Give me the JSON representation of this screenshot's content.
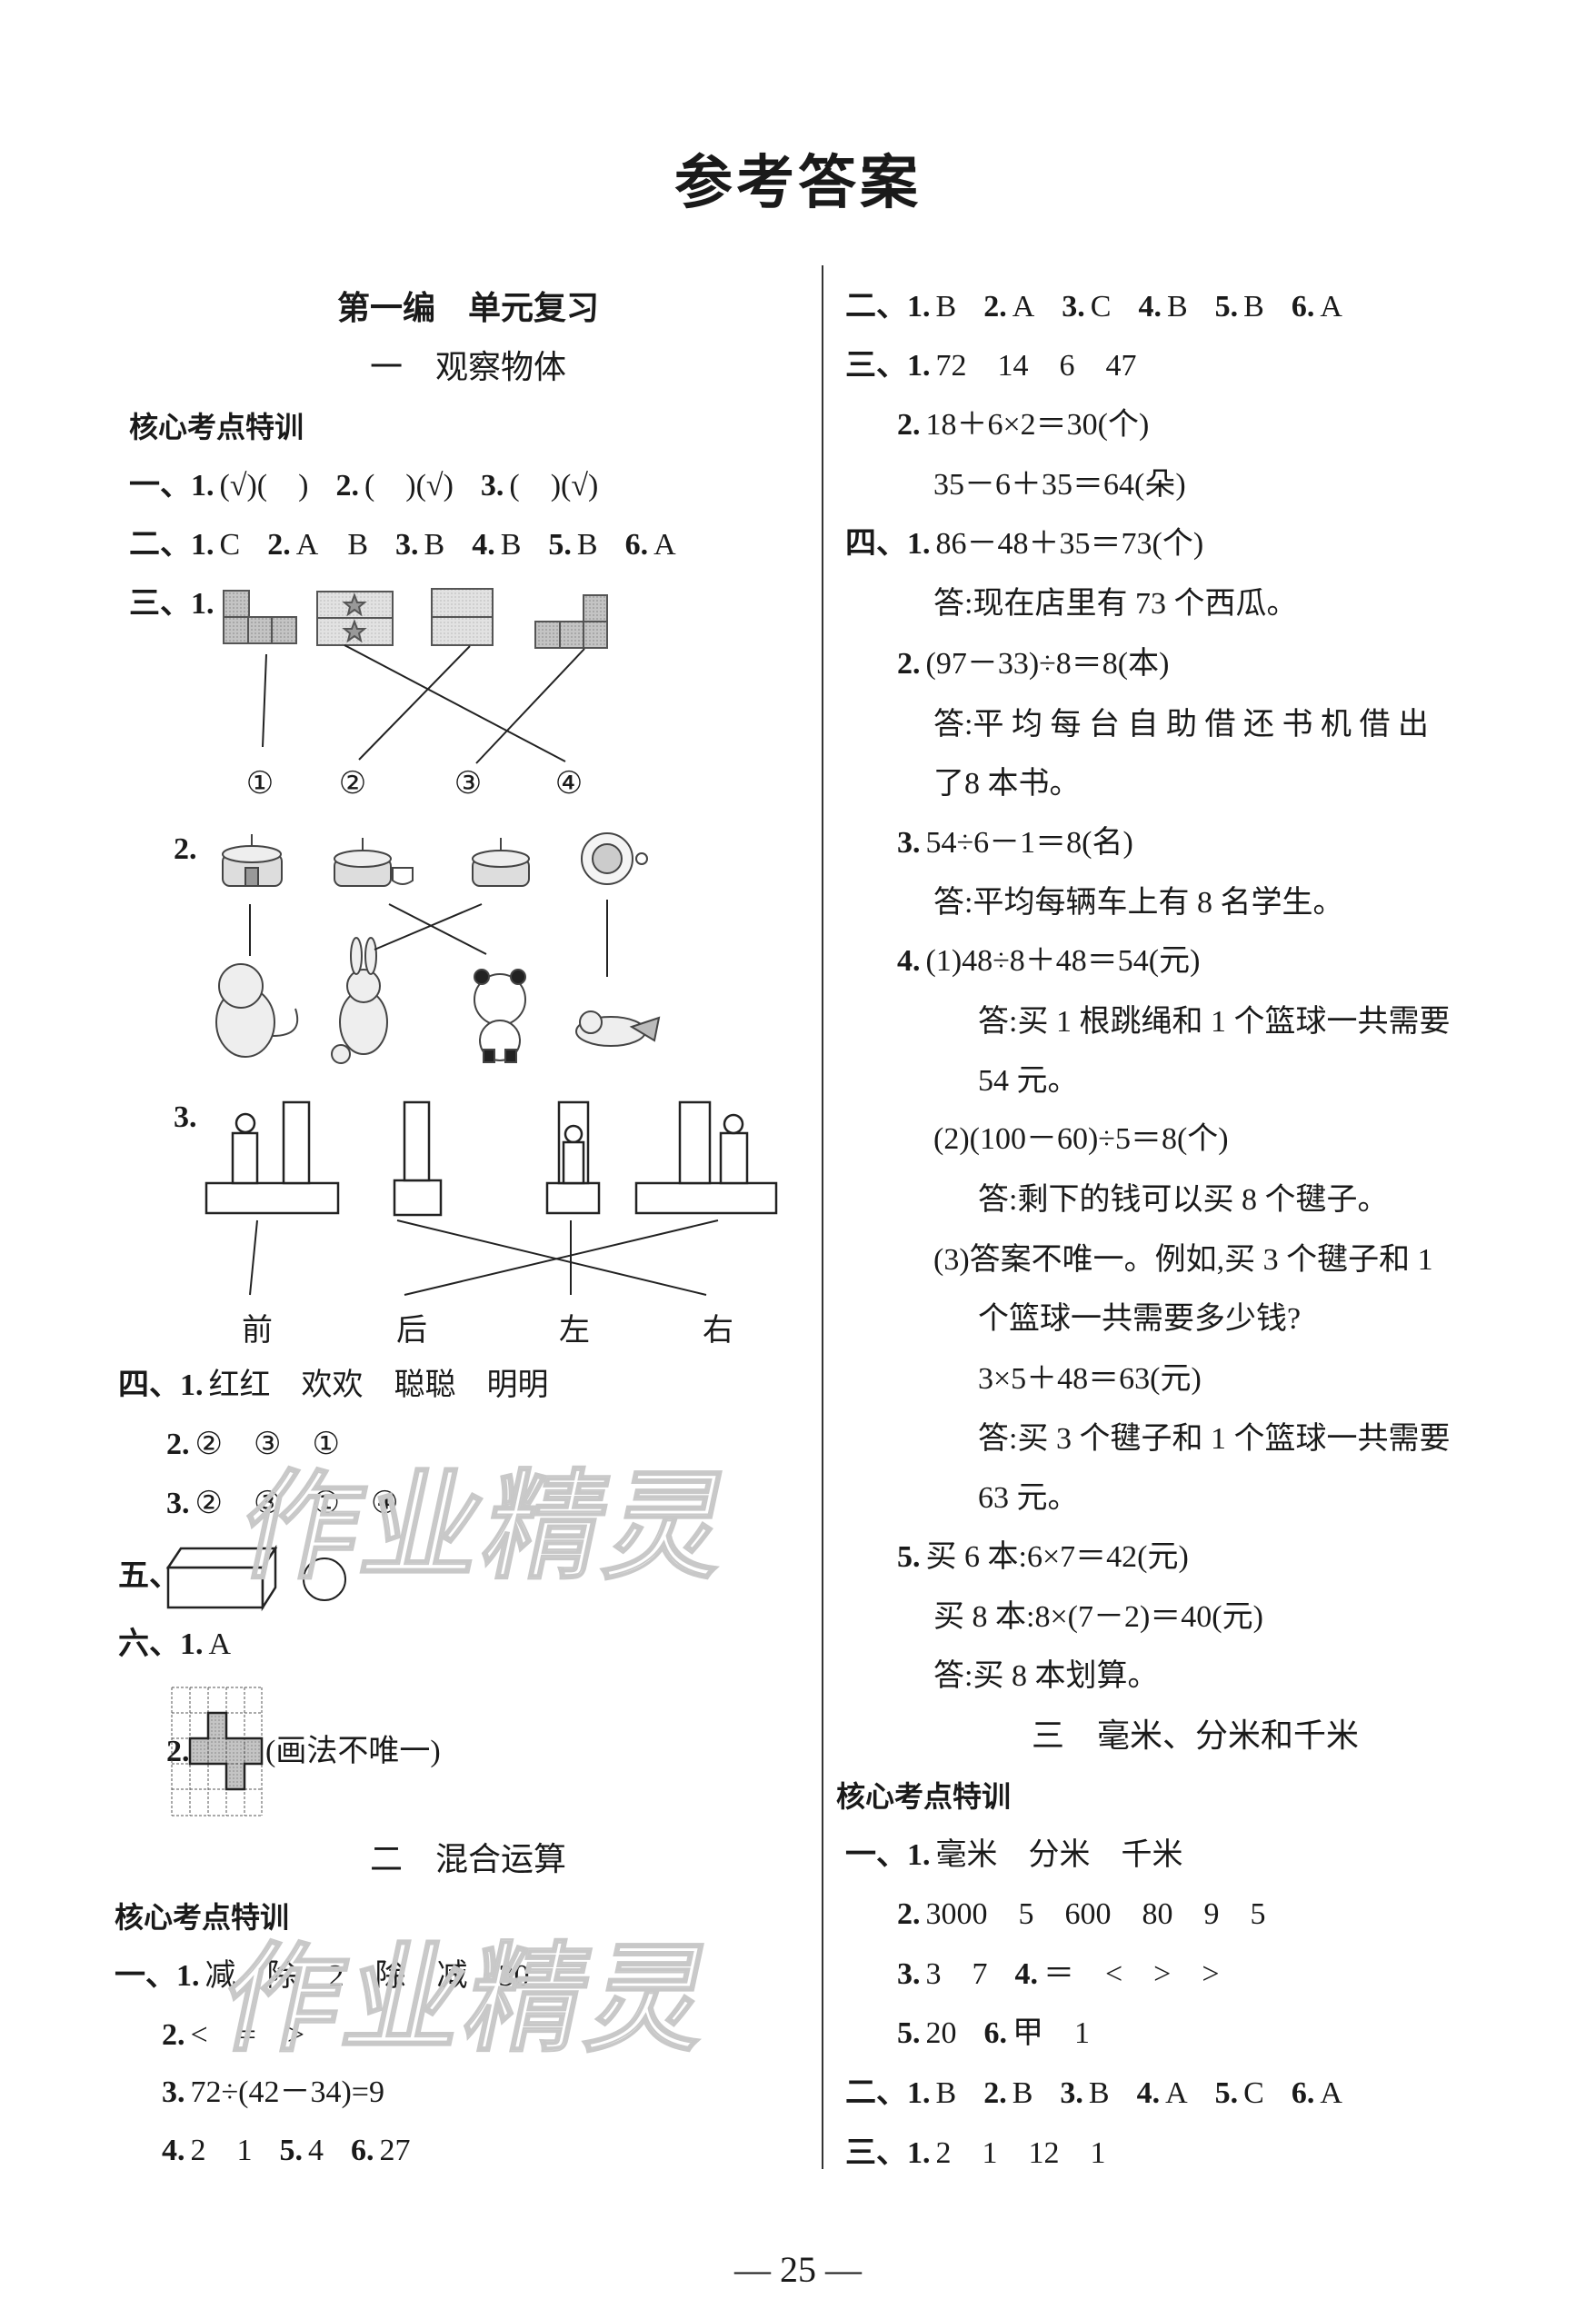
{
  "title": "参考答案",
  "watermark": "作业精灵",
  "page_number": "— 25 —",
  "left": {
    "unit_title": "第一编　单元复习",
    "section1_title": "一　观察物体",
    "core1": "核心考点特训",
    "section2_title": "二　混合运算",
    "core2": "核心考点特训",
    "q3_1_labels": [
      "①",
      "②",
      "③",
      "④"
    ],
    "q3_3_labels": [
      "前",
      "后",
      "左",
      "右"
    ],
    "q6_2_note": "(画法不唯一)",
    "lines": [
      [
        {
          "b": "一、1.",
          "t": "(√)(　)"
        },
        {
          "b": "2.",
          "t": "(　)(√)"
        },
        {
          "b": "3.",
          "t": "(　)(√)"
        }
      ],
      [
        {
          "b": "二、1.",
          "t": "C"
        },
        {
          "b": "2.",
          "t": "A　B"
        },
        {
          "b": "3.",
          "t": "B"
        },
        {
          "b": "4.",
          "t": "B"
        },
        {
          "b": "5.",
          "t": "B"
        },
        {
          "b": "6.",
          "t": "A"
        }
      ],
      [
        {
          "b": "三、1.",
          "t": ""
        }
      ],
      [
        {
          "b": "2.",
          "t": ""
        }
      ],
      [
        {
          "b": "3.",
          "t": ""
        }
      ],
      [
        {
          "b": "四、1.",
          "t": "红红　欢欢　聪聪　明明"
        }
      ],
      [
        {
          "b": "2.",
          "t": "②　③　①"
        }
      ],
      [
        {
          "b": "3.",
          "t": "②　③　①　④"
        }
      ],
      [
        {
          "b": "五、",
          "t": ""
        }
      ],
      [
        {
          "b": "六、1.",
          "t": "A"
        }
      ],
      [
        {
          "b": "2.",
          "t": ""
        }
      ],
      [
        {
          "b": "一、1.",
          "t": "减　除　2　除　减　30"
        }
      ],
      [
        {
          "b": "2.",
          "t": "<　=　>"
        }
      ],
      [
        {
          "b": "3.",
          "t": "72÷(42－34)=9"
        }
      ],
      [
        {
          "b": "4.",
          "t": "2　1"
        },
        {
          "b": "5.",
          "t": "4"
        },
        {
          "b": "6.",
          "t": "27"
        }
      ]
    ]
  },
  "right": {
    "section3_title": "三　毫米、分米和千米",
    "core3": "核心考点特训",
    "lines": [
      [
        {
          "b": "二、1.",
          "t": "B"
        },
        {
          "b": "2.",
          "t": "A"
        },
        {
          "b": "3.",
          "t": "C"
        },
        {
          "b": "4.",
          "t": "B"
        },
        {
          "b": "5.",
          "t": "B"
        },
        {
          "b": "6.",
          "t": "A"
        }
      ],
      [
        {
          "b": "三、1.",
          "t": "72　14　6　47"
        }
      ],
      [
        {
          "b": "2.",
          "t": "18＋6×2＝30(个)"
        }
      ],
      [
        {
          "b": "",
          "t": "35－6＋35＝64(朵)"
        }
      ],
      [
        {
          "b": "四、1.",
          "t": "86－48＋35＝73(个)"
        }
      ],
      [
        {
          "b": "",
          "t": "答:现在店里有 73 个西瓜。"
        }
      ],
      [
        {
          "b": "2.",
          "t": "(97－33)÷8＝8(本)"
        }
      ],
      [
        {
          "b": "",
          "t": "答:平 均 每 台 自 助 借 还 书 机 借 出"
        }
      ],
      [
        {
          "b": "",
          "t": "了8 本书。"
        }
      ],
      [
        {
          "b": "3.",
          "t": "54÷6－1＝8(名)"
        }
      ],
      [
        {
          "b": "",
          "t": "答:平均每辆车上有 8 名学生。"
        }
      ],
      [
        {
          "b": "4.",
          "t": "(1)48÷8＋48＝54(元)"
        }
      ],
      [
        {
          "b": "",
          "t": "答:买 1 根跳绳和 1 个篮球一共需要"
        }
      ],
      [
        {
          "b": "",
          "t": "54 元。"
        }
      ],
      [
        {
          "b": "",
          "t": "(2)(100－60)÷5＝8(个)"
        }
      ],
      [
        {
          "b": "",
          "t": "答:剩下的钱可以买 8 个毽子。"
        }
      ],
      [
        {
          "b": "",
          "t": "(3)答案不唯一。例如,买 3 个毽子和 1"
        }
      ],
      [
        {
          "b": "",
          "t": "个篮球一共需要多少钱?"
        }
      ],
      [
        {
          "b": "",
          "t": "3×5＋48＝63(元)"
        }
      ],
      [
        {
          "b": "",
          "t": "答:买 3 个毽子和 1 个篮球一共需要"
        }
      ],
      [
        {
          "b": "",
          "t": "63 元。"
        }
      ],
      [
        {
          "b": "5.",
          "t": "买 6 本:6×7＝42(元)"
        }
      ],
      [
        {
          "b": "",
          "t": "买 8 本:8×(7－2)＝40(元)"
        }
      ],
      [
        {
          "b": "",
          "t": "答:买 8 本划算。"
        }
      ],
      [
        {
          "b": "一、1.",
          "t": "毫米　分米　千米"
        }
      ],
      [
        {
          "b": "2.",
          "t": "3000　5　600　80　9　5"
        }
      ],
      [
        {
          "b": "3.",
          "t": "3　7"
        },
        {
          "b": "4.",
          "t": "＝　<　>　>"
        }
      ],
      [
        {
          "b": "5.",
          "t": "20"
        },
        {
          "b": "6.",
          "t": "甲　1"
        }
      ],
      [
        {
          "b": "二、1.",
          "t": "B"
        },
        {
          "b": "2.",
          "t": "B"
        },
        {
          "b": "3.",
          "t": "B"
        },
        {
          "b": "4.",
          "t": "A"
        },
        {
          "b": "5.",
          "t": "C"
        },
        {
          "b": "6.",
          "t": "A"
        }
      ],
      [
        {
          "b": "三、1.",
          "t": "2　1　12　1"
        }
      ]
    ]
  }
}
